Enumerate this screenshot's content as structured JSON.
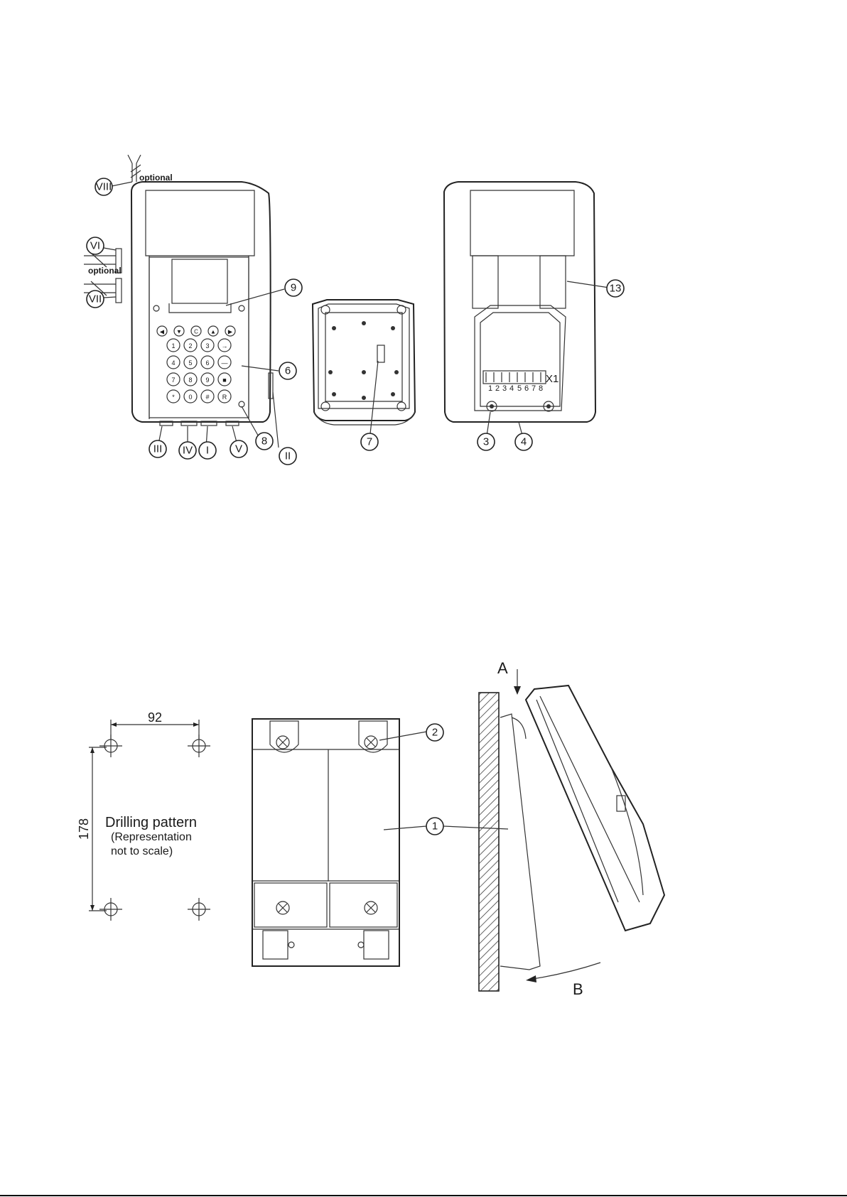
{
  "diagram_top": {
    "optional_label_1": "optional",
    "optional_label_2": "optional",
    "terminal_label": "X1",
    "terminal_numbers": [
      "1",
      "2",
      "3",
      "4",
      "5",
      "6",
      "7",
      "8"
    ],
    "keypad_keys": [
      "1",
      "2",
      "3",
      "4",
      "5",
      "6",
      "7",
      "8",
      "9",
      "*",
      "0",
      "#"
    ],
    "keypad_top_keys": [
      "◀",
      "▼",
      "C",
      "▲",
      "▶"
    ],
    "keypad_side_keys": [
      "→",
      "—",
      "■",
      "R"
    ],
    "callouts": {
      "c_viii": "VIII",
      "c_vi": "VI",
      "c_vii": "VII",
      "c_9": "9",
      "c_6": "6",
      "c_ii": "II",
      "c_8": "8",
      "c_iii": "III",
      "c_iv": "IV",
      "c_i": "I",
      "c_v": "V",
      "c_7": "7",
      "c_13": "13",
      "c_3": "3",
      "c_4": "4"
    }
  },
  "diagram_bottom": {
    "dim_width": "92",
    "dim_height": "178",
    "drilling_title": "Drilling pattern",
    "drilling_note_1": "(Representation",
    "drilling_note_2": "not to scale)",
    "callout_1": "1",
    "callout_2": "2",
    "arrow_a": "A",
    "arrow_b": "B"
  }
}
